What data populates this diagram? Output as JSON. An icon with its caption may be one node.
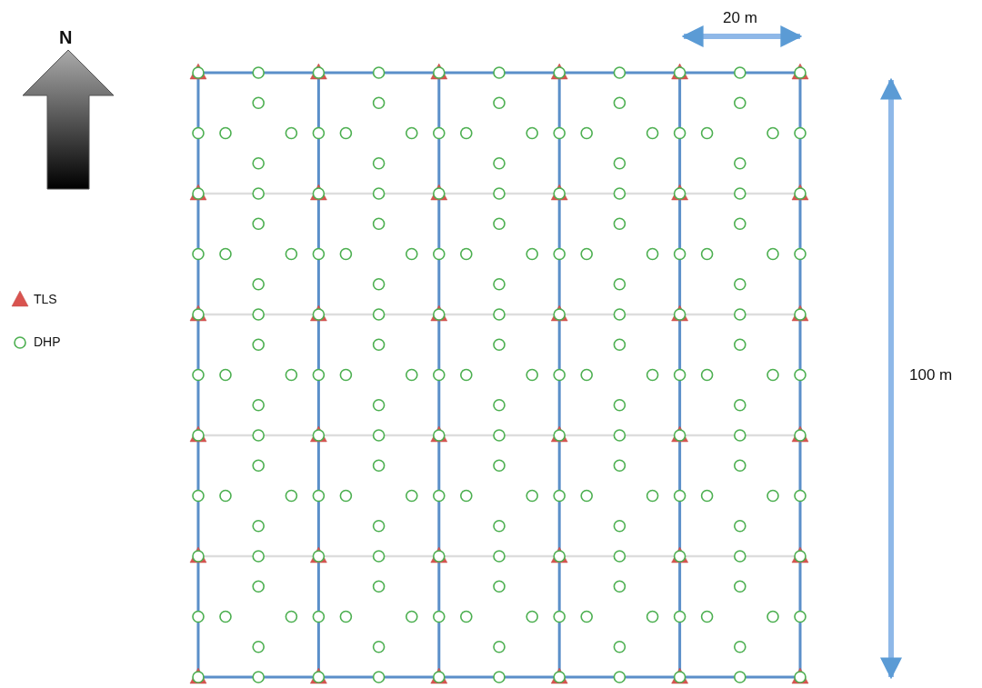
{
  "diagram": {
    "labels": [
      "N",
      "20 m",
      "100 m"
    ],
    "legend": [
      {
        "text": "TLS"
      },
      {
        "text": "DHP"
      }
    ]
  }
}
